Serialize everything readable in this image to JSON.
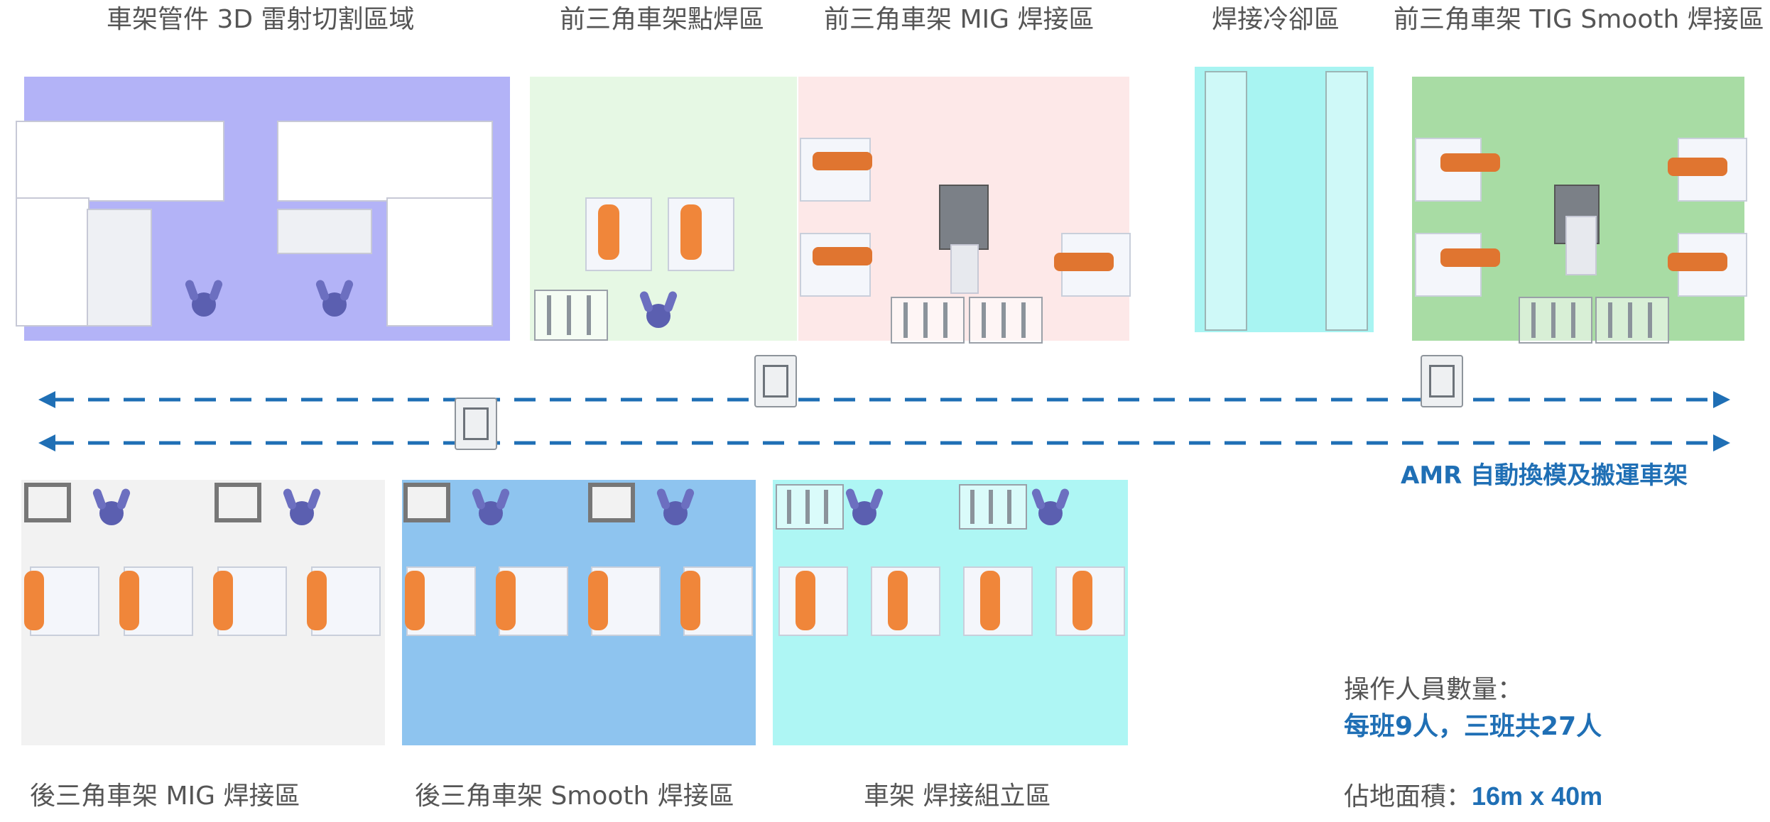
{
  "zone_labels": {
    "laser": "車架管件 3D 雷射切割區域",
    "spot_weld": "前三角車架點焊區",
    "front_mig": "前三角車架 MIG 焊接區",
    "cooling": "焊接冷卻區",
    "front_tig": "前三角車架 TIG Smooth 焊接區",
    "rear_mig": "後三角車架 MIG 焊接區",
    "rear_smooth": "後三角車架 Smooth 焊接區",
    "assembly": "車架 焊接組立區"
  },
  "amr_label": "AMR 自動換模及搬運車架",
  "operators": {
    "label": "操作人員數量：",
    "value": "每班9人，三班共27人"
  },
  "area": {
    "label": "佔地面積：",
    "value": "16m x 40m"
  },
  "colors": {
    "laser_zone": "#b3b3f7",
    "spot_weld_zone": "#e6f8e4",
    "front_mig_zone": "#fde8e8",
    "cooling_zone": "#a8f4f2",
    "front_tig_zone": "#a8dca4",
    "rear_mig_zone": "#f2f2f2",
    "rear_smooth_zone": "#8ec4ef",
    "assembly_zone": "#aef6f4",
    "amr_path": "#1f6fb5",
    "text_accent": "#1f6fb5"
  }
}
